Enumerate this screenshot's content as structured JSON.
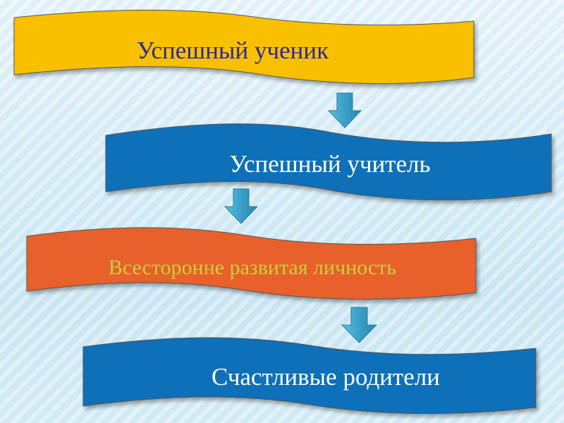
{
  "steps": [
    {
      "label": "Успешный ученик",
      "fill": "#f9c000",
      "text_color": "#2a2a9a"
    },
    {
      "label": "Успешный учитель",
      "fill": "#0b6fb8",
      "text_color": "#ffffff"
    },
    {
      "label": "Всесторонне развитая личность",
      "fill": "#e8602a",
      "text_color": "#c8d23a"
    },
    {
      "label": "Счастливые родители",
      "fill": "#0b6fb8",
      "text_color": "#ffffff"
    }
  ],
  "arrow_color": "#3aa0c8"
}
